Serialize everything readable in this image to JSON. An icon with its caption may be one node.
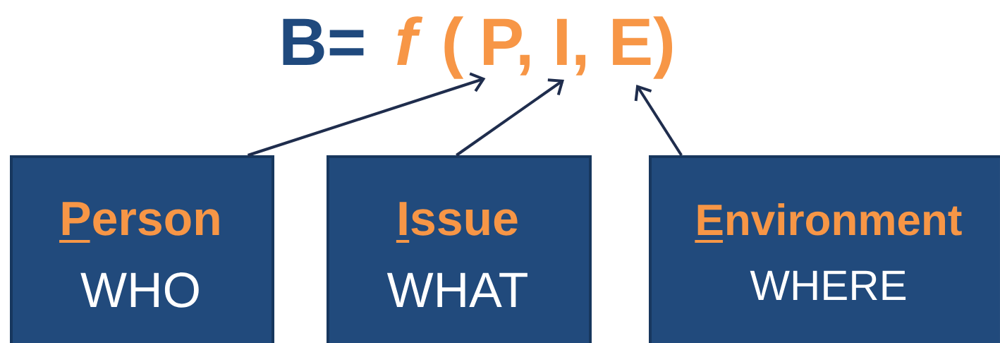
{
  "diagram": {
    "nodes": [
      {
        "text": [
          "B="
        ]
      },
      {
        "text": [
          "*f* ("
        ]
      },
      {
        "text": [
          "P,"
        ]
      },
      {
        "text": [
          "I,"
        ]
      },
      {
        "text": [
          "E)"
        ]
      },
      {
        "text": [
          "Person",
          "WHO"
        ]
      },
      {
        "text": [
          "Issue",
          "WHAT"
        ]
      },
      {
        "text": [
          "Environment",
          "WHERE"
        ]
      }
    ],
    "edges": [
      {
        "from": 5,
        "to": 2,
        "arrow": "to"
      },
      {
        "from": 6,
        "to": 3,
        "arrow": "to"
      },
      {
        "from": 7,
        "to": 4,
        "arrow": "to"
      }
    ]
  }
}
